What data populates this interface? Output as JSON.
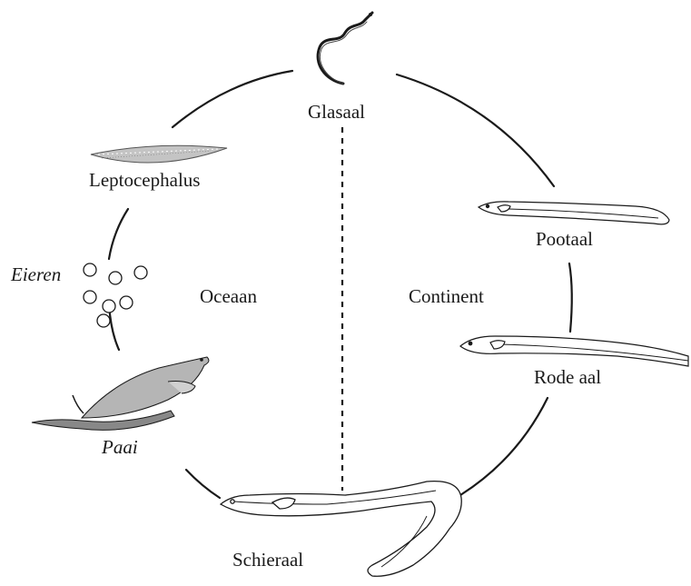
{
  "labels": {
    "glasaal": "Glasaal",
    "leptocephalus": "Leptocephalus",
    "eieren": "Eieren",
    "oceaan": "Oceaan",
    "paai": "Paai",
    "schieraal": "Schieraal",
    "pootaal": "Pootaal",
    "continent": "Continent",
    "rode_aal": "Rode aal"
  },
  "colors": {
    "ink": "#1a1a1a",
    "background": "#ffffff",
    "fill_gray": "#b8b8b8",
    "fill_dark": "#888888"
  },
  "icons": [
    "glass-eel-icon",
    "leptocephalus-larva-icon",
    "eggs-icon",
    "spawning-eels-icon",
    "silver-eel-icon",
    "elver-icon",
    "yellow-eel-icon"
  ]
}
